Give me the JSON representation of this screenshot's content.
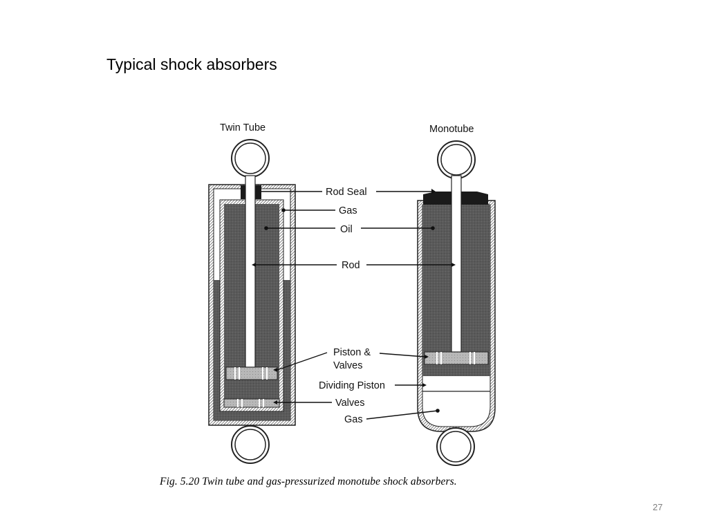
{
  "slide": {
    "title": "Typical shock absorbers",
    "page_number": "27"
  },
  "figure": {
    "caption": "Fig. 5.20  Twin tube and gas-pressurized monotube shock absorbers.",
    "twin_tube_heading": "Twin Tube",
    "monotube_heading": "Monotube",
    "labels": {
      "rod_seal": "Rod Seal",
      "gas_top": "Gas",
      "oil": "Oil",
      "rod": "Rod",
      "piston_line1": "Piston &",
      "piston_line2": "Valves",
      "dividing_piston": "Dividing Piston",
      "valves": "Valves",
      "gas_bottom": "Gas"
    }
  }
}
